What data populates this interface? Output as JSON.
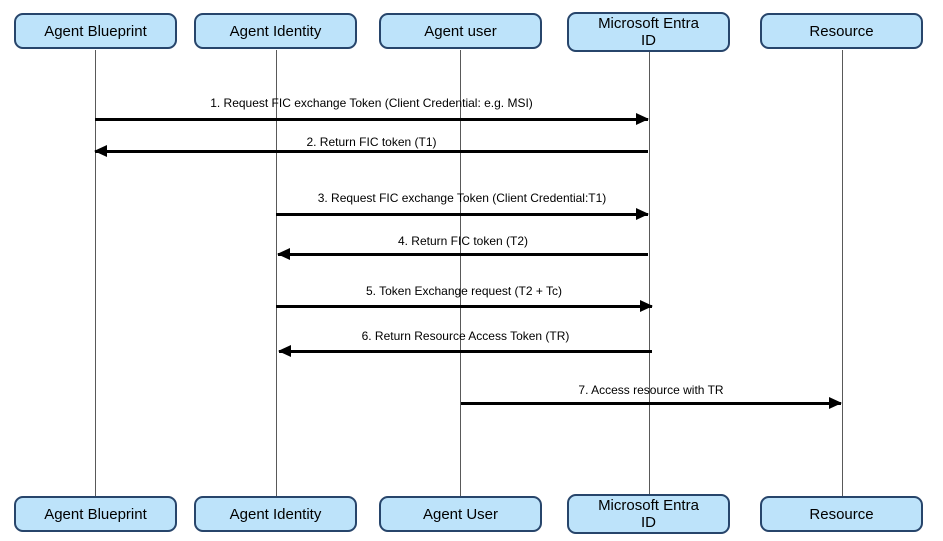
{
  "diagram": {
    "type": "sequence-diagram",
    "colors": {
      "actor_fill": "#bde3fa",
      "actor_border": "#27456b",
      "lifeline": "#595959",
      "arrow": "#000000"
    },
    "actors": [
      {
        "top_label": "Agent Blueprint",
        "bottom_label": "Agent Blueprint"
      },
      {
        "top_label": "Agent Identity",
        "bottom_label": "Agent Identity"
      },
      {
        "top_label": "Agent user",
        "bottom_label": "Agent User"
      },
      {
        "top_label": "Microsoft Entra ID",
        "bottom_label": "Microsoft Entra ID"
      },
      {
        "top_label": "Resource",
        "bottom_label": "Resource"
      }
    ],
    "messages": [
      {
        "label": "1. Request FIC exchange Token (Client Credential: e.g. MSI)",
        "from": "Agent Blueprint",
        "to": "Microsoft Entra ID",
        "direction": "right"
      },
      {
        "label": "2. Return FIC token (T1)",
        "from": "Microsoft Entra ID",
        "to": "Agent Blueprint",
        "direction": "left"
      },
      {
        "label": "3. Request FIC exchange Token (Client Credential:T1)",
        "from": "Agent Identity",
        "to": "Microsoft Entra ID",
        "direction": "right"
      },
      {
        "label": "4. Return FIC token (T2)",
        "from": "Microsoft Entra ID",
        "to": "Agent Identity",
        "direction": "left"
      },
      {
        "label": "5. Token Exchange request (T2 + Tc)",
        "from": "Agent Identity",
        "to": "Microsoft Entra ID",
        "direction": "right"
      },
      {
        "label": "6. Return Resource Access Token (TR)",
        "from": "Microsoft Entra ID",
        "to": "Agent Identity",
        "direction": "left"
      },
      {
        "label": "7. Access resource with TR",
        "from": "Agent user",
        "to": "Resource",
        "direction": "right"
      }
    ]
  }
}
